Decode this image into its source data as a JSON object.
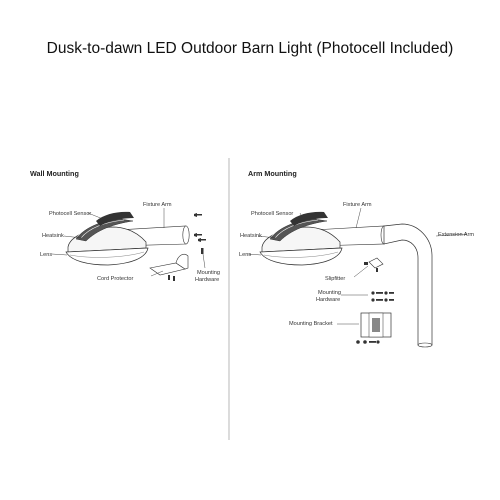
{
  "title": "Dusk-to-dawn LED Outdoor Barn Light (Photocell Included)",
  "wall": {
    "heading": "Wall Mounting",
    "labels": {
      "photocell": "Photocell Sensor",
      "fixture_arm": "Fixture Arm",
      "heatsink": "Heatsink",
      "lens": "Lens",
      "cord_protector": "Cord Protector",
      "mounting_hw_1": "Mounting",
      "mounting_hw_2": "Hardware"
    }
  },
  "arm": {
    "heading": "Arm Mounting",
    "labels": {
      "photocell": "Photocell Sensor",
      "fixture_arm": "Fixture Arm",
      "heatsink": "Heatsink",
      "lens": "Lens",
      "extension_arm": "Extension Arm",
      "slipfitter": "Slipfitter",
      "mounting_hw_1": "Mounting",
      "mounting_hw_2": "Hardware",
      "mounting_bracket": "Mounting Bracket"
    }
  }
}
